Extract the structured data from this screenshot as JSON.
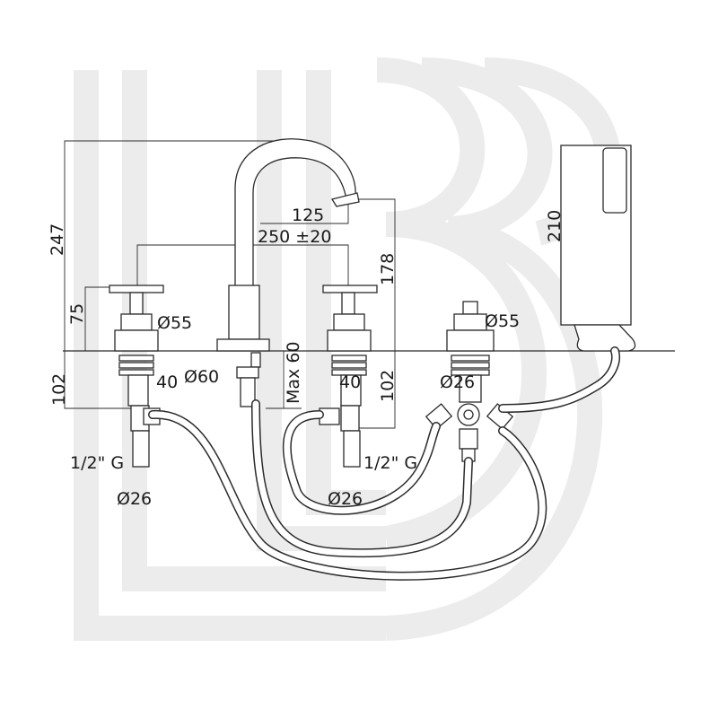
{
  "watermark": {
    "text": "LB"
  },
  "dimensions": {
    "overall_height": "247",
    "spout_projection": "125",
    "centres": "250 ±20",
    "spout_height": "178",
    "handset_length": "210",
    "handle_height": "75",
    "left_flange_dia": "Ø55",
    "right_flange_dia": "Ø55",
    "spout_base_dia": "Ø60",
    "max_deck": "Max 60",
    "left_below_deck": "102",
    "right_below_deck": "102",
    "left_shank": "40",
    "right_shank": "40",
    "diverter_shank": "Ø26",
    "left_thread": "1/2\" G",
    "right_thread": "1/2\" G",
    "left_tail_dia": "Ø26",
    "right_tail_dia": "Ø26"
  },
  "colors": {
    "line": "#2b2b2b",
    "watermark": "#ececec",
    "background": "#ffffff"
  }
}
